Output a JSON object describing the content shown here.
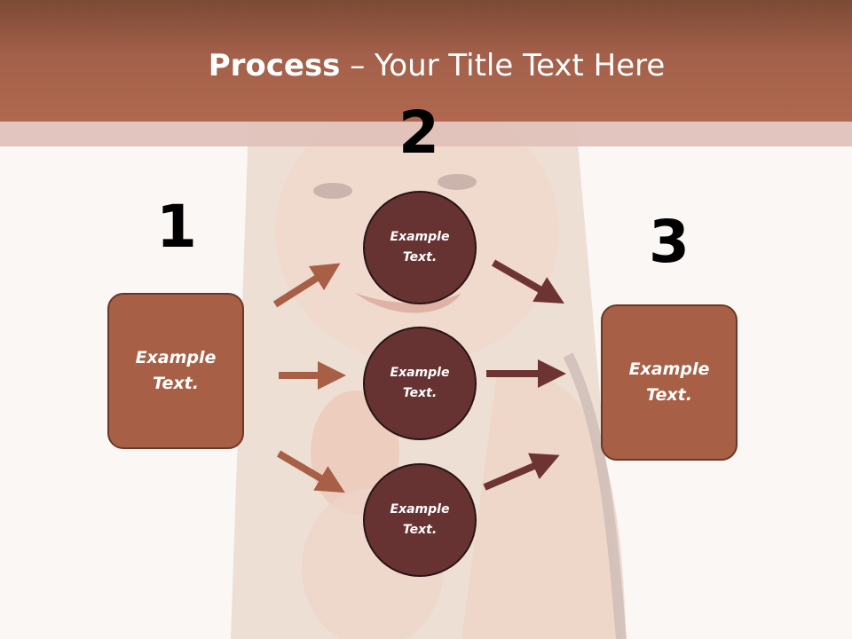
{
  "title": {
    "bold": "Process",
    "rest": " – Your Title Text Here"
  },
  "steps": {
    "one": "1",
    "two": "2",
    "three": "3"
  },
  "left_box": "Example Text.",
  "right_box": "Example Text.",
  "circles": [
    "Example Text.",
    "Example Text.",
    "Example Text."
  ],
  "colors": {
    "title_bar": "#a3604a",
    "box_fill": "#a75f45",
    "circle_fill": "#673232",
    "arrow_light": "#a75f45",
    "arrow_dark": "#6e3434"
  }
}
